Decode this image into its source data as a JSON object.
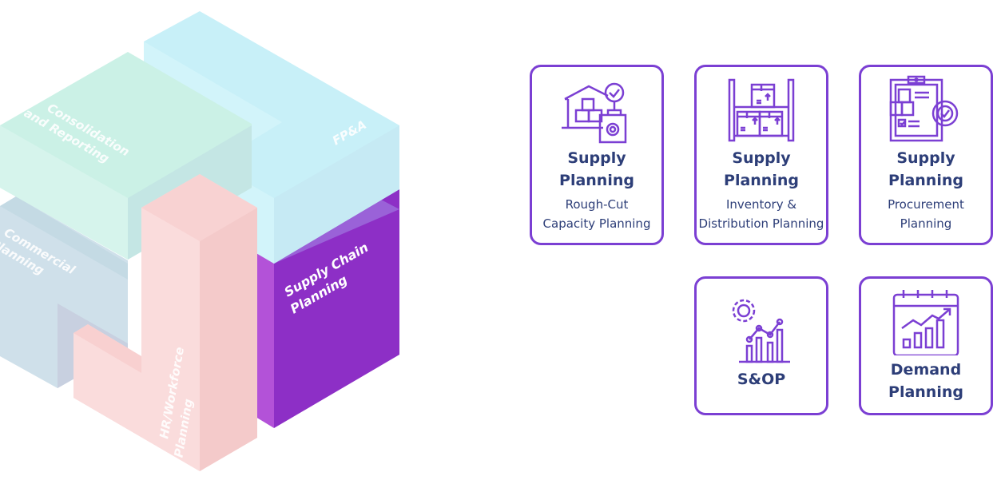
{
  "diagram": {
    "blocks": [
      {
        "id": "consolidation",
        "label_lines": [
          "Consolidation",
          "and Reporting"
        ],
        "color": "#cbf1e6"
      },
      {
        "id": "fpa",
        "label_lines": [
          "FP&A"
        ],
        "color": "#c8f0f8"
      },
      {
        "id": "commercial",
        "label_lines": [
          "Commercial",
          "Planning"
        ],
        "color": "#cfe0ea"
      },
      {
        "id": "hr",
        "label_lines": [
          "HR/Workforce",
          "Planning"
        ],
        "color": "#fadcdc"
      },
      {
        "id": "supply_chain",
        "label_lines": [
          "Supply Chain",
          "Planning"
        ],
        "color": "#8d2fc6"
      }
    ]
  },
  "cards": [
    {
      "id": "rccp",
      "icon": "warehouse-check-gear-icon",
      "title_lines": [
        "Supply",
        "Planning"
      ],
      "subtitle_lines": [
        "Rough-Cut",
        "Capacity Planning"
      ]
    },
    {
      "id": "inventory",
      "icon": "shelf-boxes-icon",
      "title_lines": [
        "Supply",
        "Planning"
      ],
      "subtitle_lines": [
        "Inventory &",
        "Distribution Planning"
      ]
    },
    {
      "id": "procurement",
      "icon": "clipboard-gear-check-icon",
      "title_lines": [
        "Supply",
        "Planning"
      ],
      "subtitle_lines": [
        "Procurement",
        "Planning"
      ]
    },
    {
      "id": "sop",
      "icon": "gear-bar-chart-icon",
      "title_lines": [
        "S&OP"
      ],
      "subtitle_lines": []
    },
    {
      "id": "demand",
      "icon": "calendar-trend-chart-icon",
      "title_lines": [
        "Demand",
        "Planning"
      ],
      "subtitle_lines": []
    }
  ],
  "colors": {
    "accent": "#7b3fd3",
    "title_text": "#2d3e78"
  }
}
